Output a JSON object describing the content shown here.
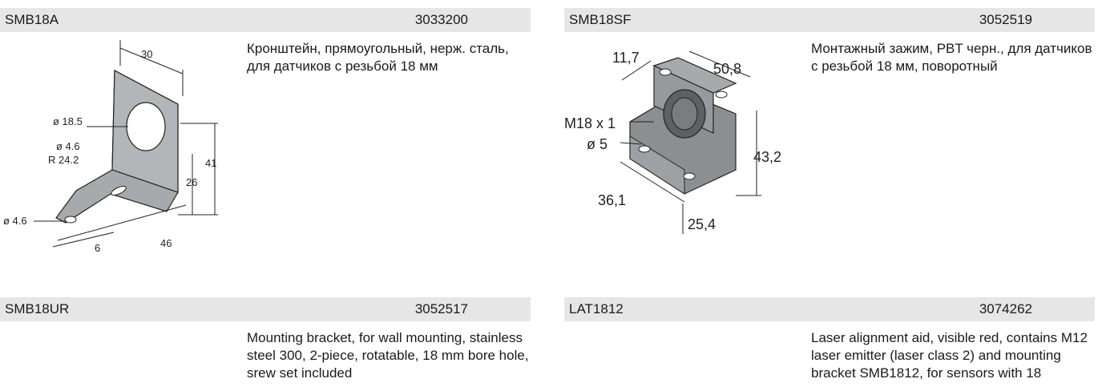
{
  "products": [
    {
      "name": "SMB18A",
      "ident": "3033200",
      "description": "Кронштейн, прямоугольный, нерж. сталь, для датчиков с резьбой 18 мм",
      "image": "angle-bracket-drawing",
      "dims": {
        "d1": "30",
        "d2": "ø 18.5",
        "d3": "ø 4.6",
        "d4": "R 24.2",
        "d5": "41",
        "d6": "26",
        "d7": "ø 4.6",
        "d8": "6",
        "d9": "46"
      }
    },
    {
      "name": "SMB18SF",
      "ident": "3052519",
      "description": "Монтажный зажим, PBT черн., для датчиков с резьбой 18 мм, поворотный",
      "image": "swivel-clamp-drawing",
      "dims": {
        "d1": "11,7",
        "d2": "50,8",
        "d3": "M18 x 1",
        "d4": "ø 5",
        "d5": "43,2",
        "d6": "36,1",
        "d7": "25,4"
      }
    },
    {
      "name": "SMB18UR",
      "ident": "3052517",
      "description": "Mounting bracket, for wall mounting, stainless steel 300, 2-piece, rotatable, 18 mm bore hole, srew set included"
    },
    {
      "name": "LAT1812",
      "ident": "3074262",
      "description": "Laser alignment aid, visible red, contains M12 laser emitter (laser class 2) and mounting bracket SMB1812, for sensors with 18"
    }
  ],
  "colors": {
    "header_bar": "#e6e6e6",
    "part_body": "#a7a9ac",
    "text": "#1a1a1a"
  }
}
